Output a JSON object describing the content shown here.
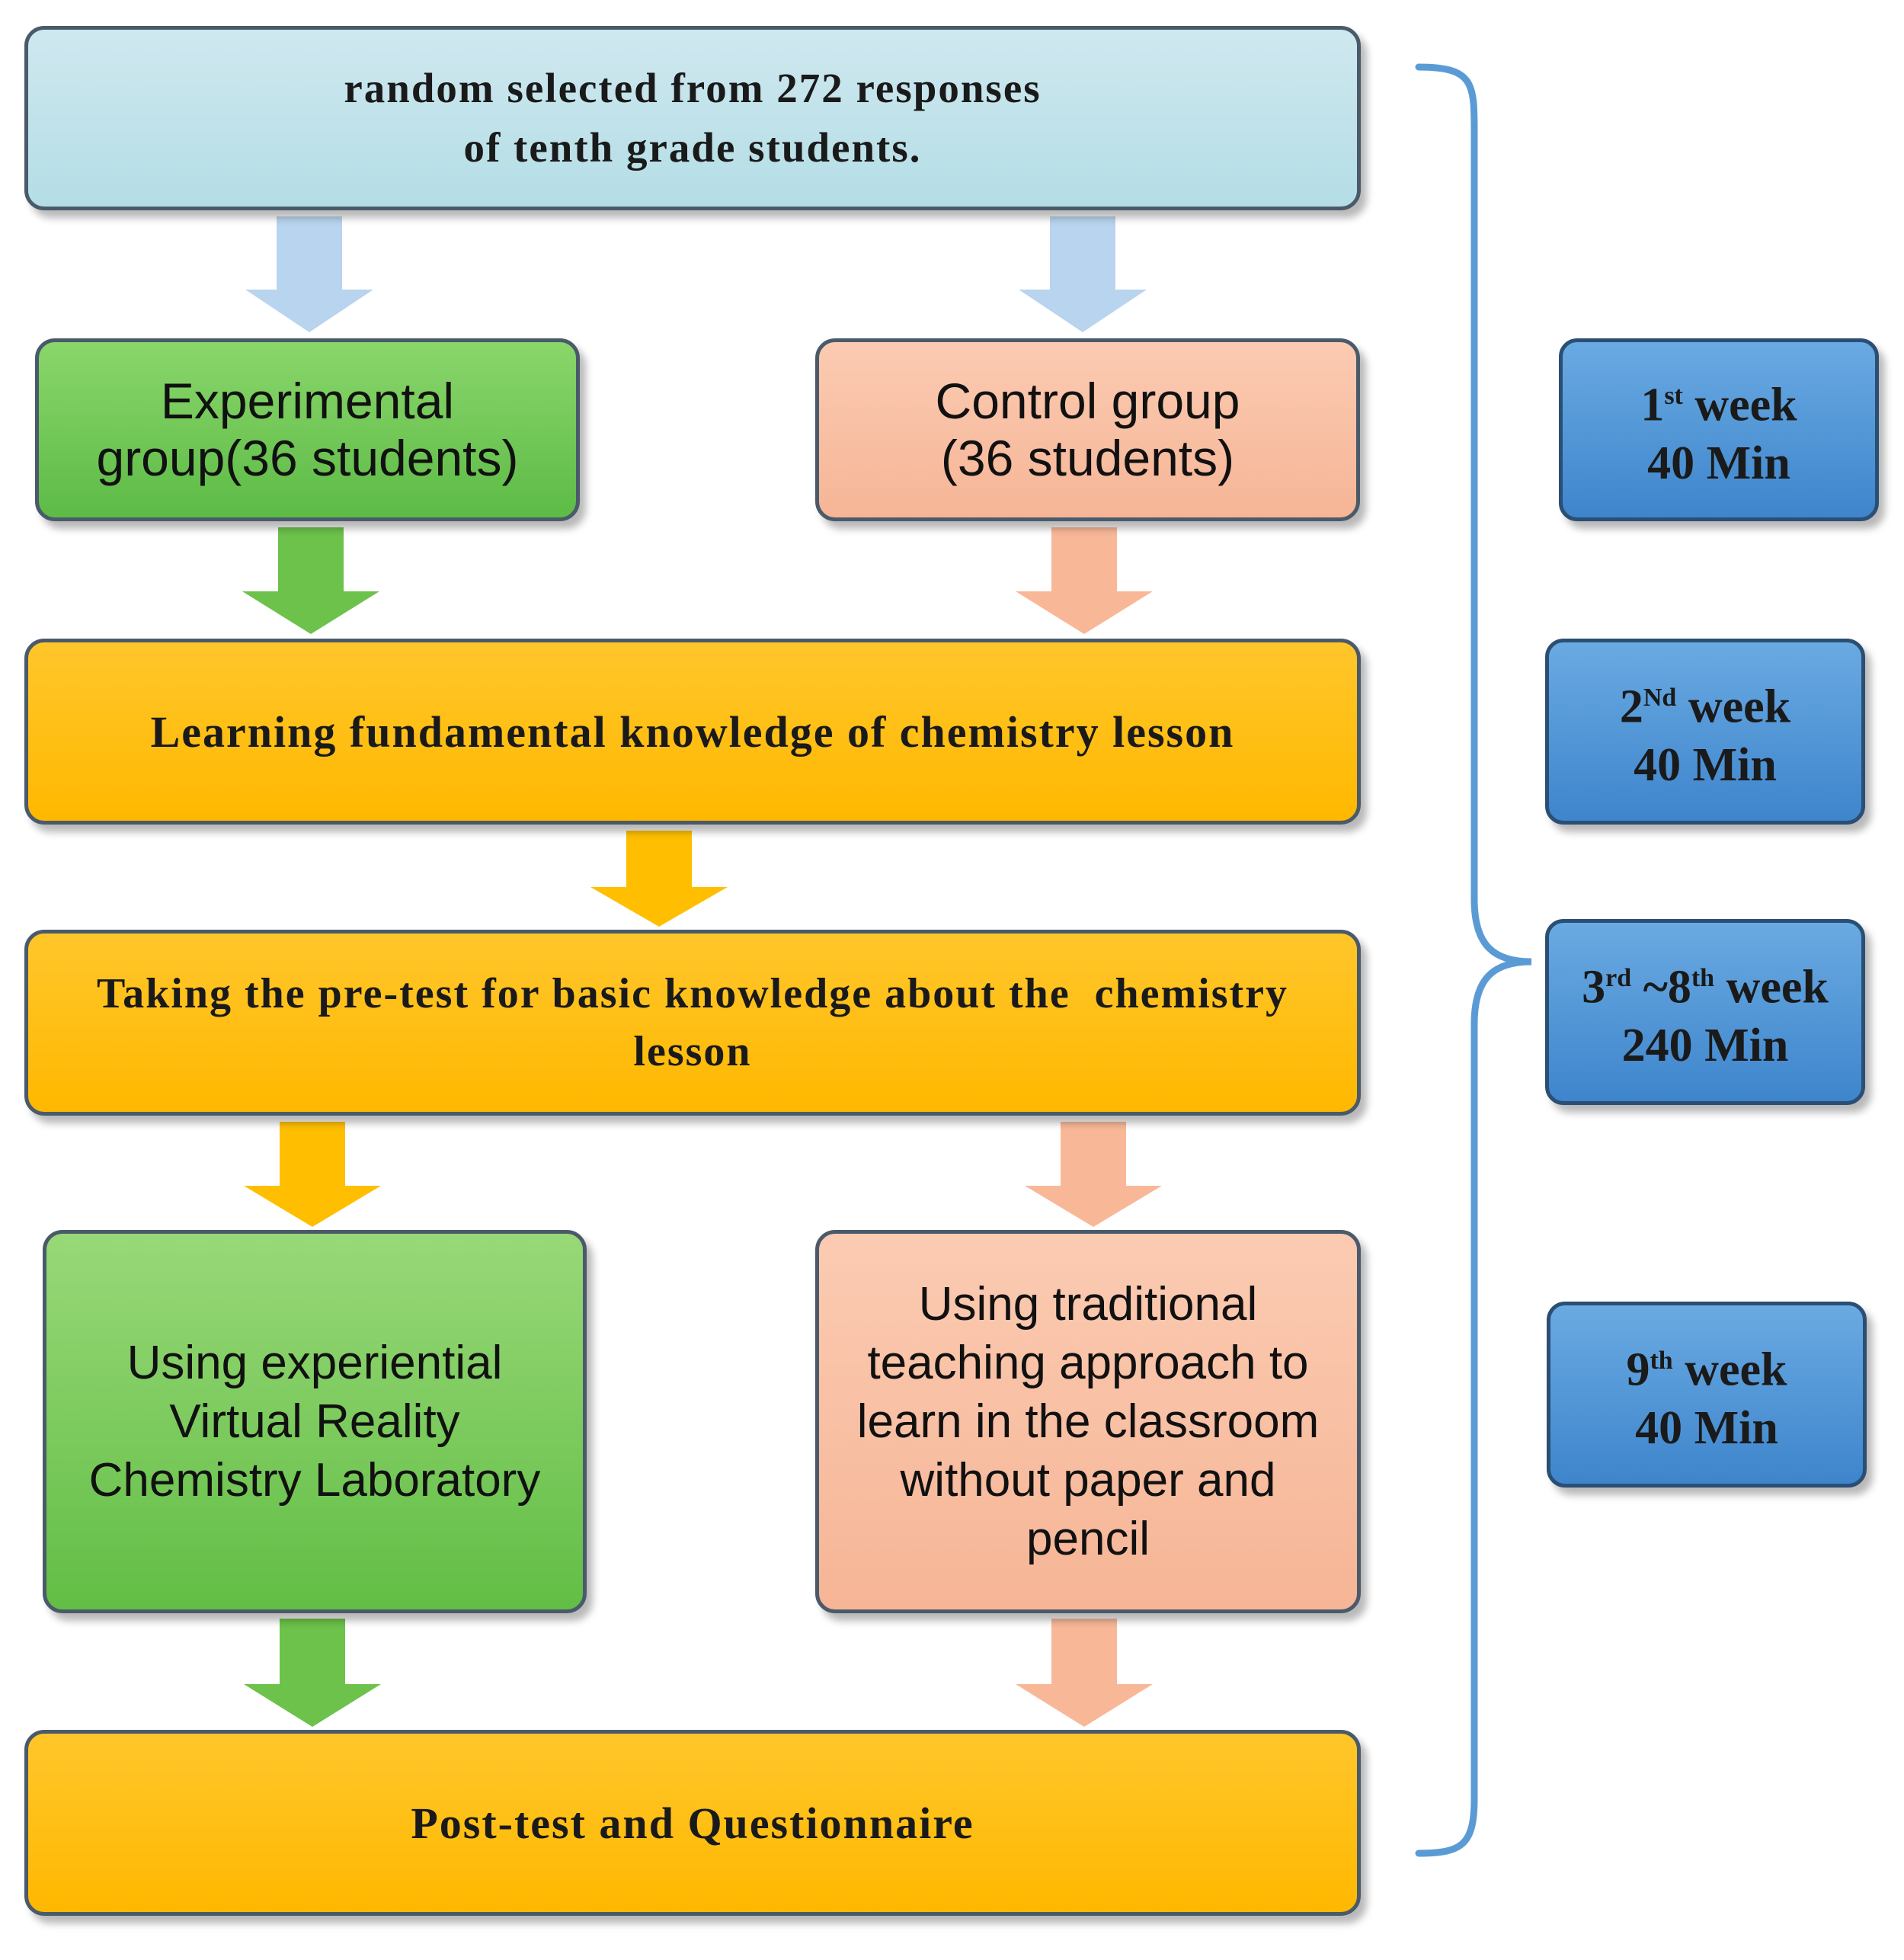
{
  "top_box": {
    "line1": "random selected from 272 responses",
    "line2": "of tenth grade students."
  },
  "experimental_group": {
    "line1": "Experimental",
    "line2": "group(36 students)"
  },
  "control_group": {
    "line1": "Control group",
    "line2": "(36 students)"
  },
  "learning_box": "Learning fundamental knowledge of chemistry lesson",
  "pretest_box": {
    "line1": "Taking the pre-test for basic knowledge about the  chemistry",
    "line2": "lesson"
  },
  "vr_box": {
    "line1": "Using experiential",
    "line2": "Virtual Reality",
    "line3": "Chemistry Laboratory"
  },
  "traditional_box": {
    "line1": "Using traditional",
    "line2": "teaching approach to",
    "line3": "learn in the classroom",
    "line4": "without paper and",
    "line5": "pencil"
  },
  "post_box": "Post-test and Questionnaire",
  "weeks": [
    {
      "num": "1",
      "sup": "st",
      "suffix": "week",
      "duration": "40 Min"
    },
    {
      "num": "2",
      "sup": "Nd",
      "suffix": "week",
      "duration": "40 Min"
    },
    {
      "num": "3",
      "sup": "rd",
      "mid": "~8",
      "sup2": "th",
      "suffix": "week",
      "duration": "240 Min"
    },
    {
      "num": "9",
      "sup": "th",
      "suffix": "week",
      "duration": "40 Min"
    }
  ],
  "colors": {
    "light_blue_arrow": "#b8d4ee",
    "green": "#6cc24a",
    "salmon": "#f8b898",
    "orange": "#ffbf00",
    "week_blue": "#4a8fd4",
    "brace": "#5b9bd5"
  }
}
